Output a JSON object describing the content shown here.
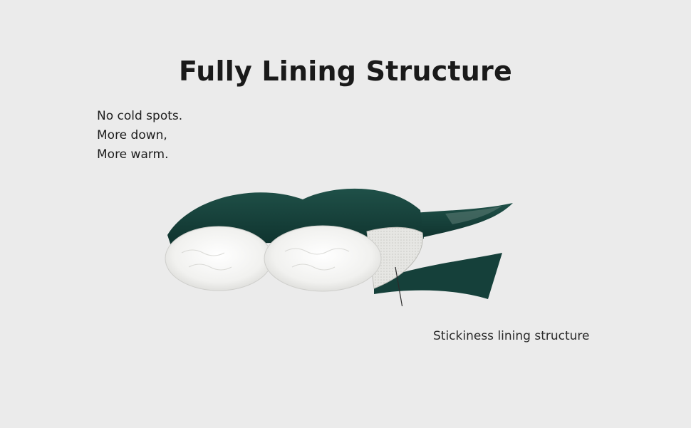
{
  "title": "Fully Lining Structure",
  "features": [
    "No cold spots.",
    "More down,",
    "More warm."
  ],
  "callout": {
    "label": "Stickiness lining structure"
  },
  "colors": {
    "background": "#ebebeb",
    "fabric": "#16403a",
    "down": "#f4f4f2"
  }
}
